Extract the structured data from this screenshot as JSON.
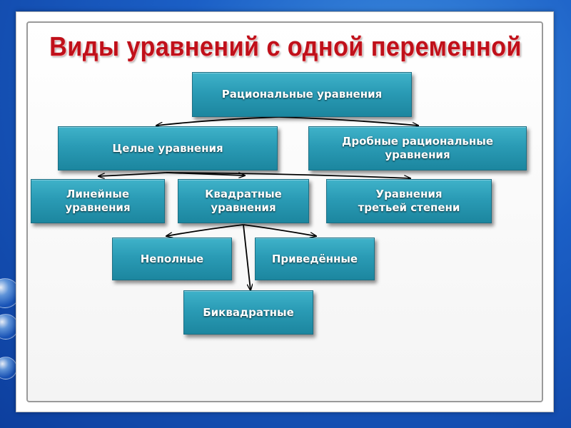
{
  "slide": {
    "title": "Виды уравнений с одной переменной"
  },
  "boxes": {
    "rational": "Рациональные уравнения",
    "whole": "Целые  уравнения",
    "fractional": "Дробные рациональные\nуравнения",
    "linear": "Линейные\nуравнения",
    "quadratic": "Квадратные\nуравнения",
    "cubic": "Уравнения\nтретьей степени",
    "incomplete": "Неполные",
    "reduced": "Приведённые",
    "biquadratic": "Биквадратные"
  },
  "colors": {
    "title": "#c0101a",
    "box_fill": "#2a9bb5",
    "box_text": "#ffffff",
    "background": "#1b5fc6"
  }
}
